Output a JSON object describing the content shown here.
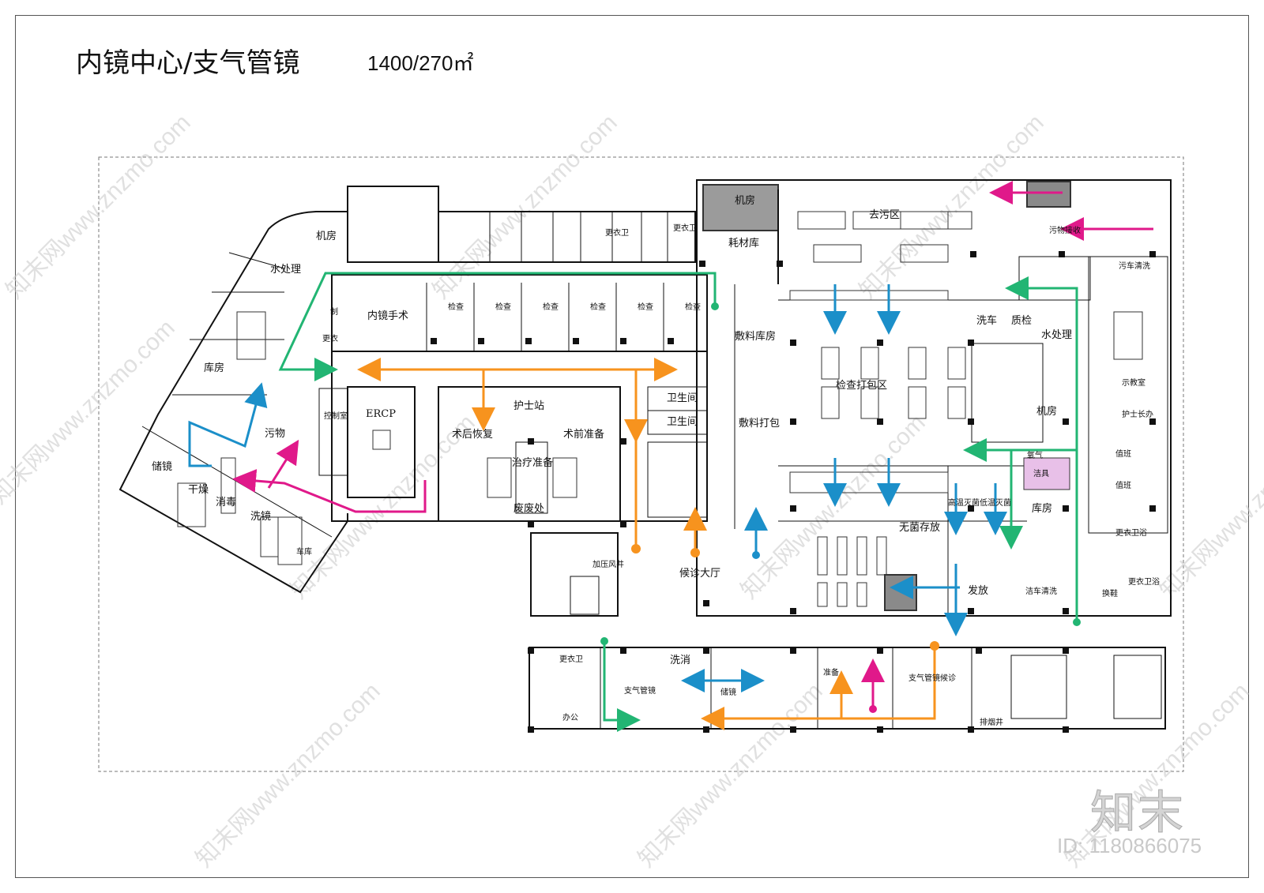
{
  "header": {
    "title": "内镜中心/支气管镜",
    "area": "1400/270㎡"
  },
  "rooms": {
    "jifang_top": "机房",
    "haocaiku": "耗材库",
    "jifang_left": "机房",
    "shuichuli_left": "水处理",
    "neijingshoushu": "内镜手术",
    "gengyi_a": "更衣",
    "zhiliao_a": "制",
    "kufang_left": "库房",
    "wuwu": "污物",
    "ercp": "ERCP",
    "kongzhishi": "控制室",
    "chujing": "储镜",
    "ganzao": "干燥",
    "xiaodu": "消毒",
    "xijing": "洗镜",
    "shuhou": "术后恢复",
    "hushizhan": "护士站",
    "shuqian": "术前准备",
    "zhiliao": "治疗准备",
    "feiqi": "废废处",
    "weisheng1": "卫生间",
    "weisheng2": "卫生间",
    "houzhen": "候诊大厅",
    "jiancha1": "检查",
    "jiancha2": "检查",
    "jiancha3": "检查",
    "jiancha4": "检查",
    "jiancha5": "检查",
    "jiancha6": "检查",
    "gengyi1": "更衣卫",
    "gengyi2": "更衣卫",
    "qu_wu": "去污区",
    "jiancha_dabao": "检查打包区",
    "fuliao_kufang": "敷料库房",
    "fuliao_dabao": "敷料打包",
    "xiche": "洗车",
    "zhijian": "质检",
    "shuichuli_right": "水处理",
    "jifang_right": "机房",
    "jiejuku": "洁具",
    "kufang_right": "库房",
    "wujun": "无菌存放",
    "difa": "发放",
    "jieche": "洁车清洗",
    "wuwu_shou": "污物接收",
    "wuche": "污车清洗",
    "shiliaoshi": "示教室",
    "hushizhang": "护士长办",
    "zhiban1": "值班",
    "zhiban2": "值班",
    "gengyi_r": "更衣卫浴",
    "huanxie": "换鞋",
    "gengyi_r2": "更衣卫浴",
    "zhiqiguan": "支气管镜",
    "xixiao": "洗消",
    "chujing2": "储镜",
    "zhiqiguan_houzhen": "支气管镜候诊",
    "bangong": "办公",
    "gengyi_b": "更衣卫",
    "zhunbei": "准备",
    "dianti": "加压风井",
    "paiyan": "排烟井",
    "shengwen": "低温灭菌",
    "gaowen": "高温灭菌",
    "yangqi": "氧气",
    "chekuan": "车库"
  },
  "watermark": {
    "text": "知末网www.znzmo.com"
  },
  "logo": {
    "text": "知末",
    "id": "ID: 1180866075"
  },
  "colors": {
    "green": "#22b573",
    "orange": "#f7931e",
    "blue": "#1b8fc9",
    "magenta": "#e0198a",
    "wall": "#111111",
    "shade": "#9b9b9b"
  }
}
